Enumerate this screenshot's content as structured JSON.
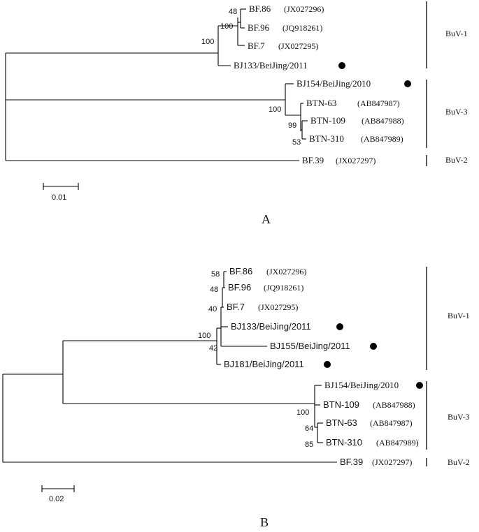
{
  "panel_a": {
    "label": "A",
    "scale_label": "0.01",
    "tips": [
      {
        "name": "BF.86",
        "accession": "(JX027296)",
        "marked": false
      },
      {
        "name": "BF.96",
        "accession": "(JQ918261)",
        "marked": false
      },
      {
        "name": "BF.7",
        "accession": "(JX027295)",
        "marked": false
      },
      {
        "name": "BJ133/BeiJing/2011",
        "accession": "",
        "marked": true
      },
      {
        "name": "BJ154/BeiJing/2010",
        "accession": "",
        "marked": true
      },
      {
        "name": "BTN-63",
        "accession": "(AB847987)",
        "marked": false
      },
      {
        "name": "BTN-109",
        "accession": "(AB847988)",
        "marked": false
      },
      {
        "name": "BTN-310",
        "accession": "(AB847989)",
        "marked": false
      },
      {
        "name": "BF.39",
        "accession": "(JX027297)",
        "marked": false
      }
    ],
    "bootstrap": [
      "48",
      "100",
      "100",
      "100",
      "99",
      "53"
    ],
    "clades": [
      "BuV-1",
      "BuV-3",
      "BuV-2"
    ]
  },
  "panel_b": {
    "label": "B",
    "scale_label": "0.02",
    "tips": [
      {
        "name": "BF.86",
        "accession": "(JX027296)",
        "marked": false
      },
      {
        "name": "BF.96",
        "accession": "(JQ918261)",
        "marked": false
      },
      {
        "name": "BF.7",
        "accession": "(JX027295)",
        "marked": false
      },
      {
        "name": "BJ133/BeiJing/2011",
        "accession": "",
        "marked": true
      },
      {
        "name": "BJ155/BeiJing/2011",
        "accession": "",
        "marked": true
      },
      {
        "name": "BJ181/BeiJing/2011",
        "accession": "",
        "marked": true
      },
      {
        "name": "BJ154/BeiJing/2010",
        "accession": "",
        "marked": true
      },
      {
        "name": "BTN-109",
        "accession": "(AB847988)",
        "marked": false
      },
      {
        "name": "BTN-63",
        "accession": "(AB847987)",
        "marked": false
      },
      {
        "name": "BTN-310",
        "accession": "(AB847989)",
        "marked": false
      },
      {
        "name": "BF.39",
        "accession": "(JX027297)",
        "marked": false
      }
    ],
    "bootstrap": [
      "58",
      "48",
      "40",
      "100",
      "42",
      "100",
      "64",
      "85"
    ],
    "clades": [
      "BuV-1",
      "BuV-3",
      "BuV-2"
    ]
  }
}
